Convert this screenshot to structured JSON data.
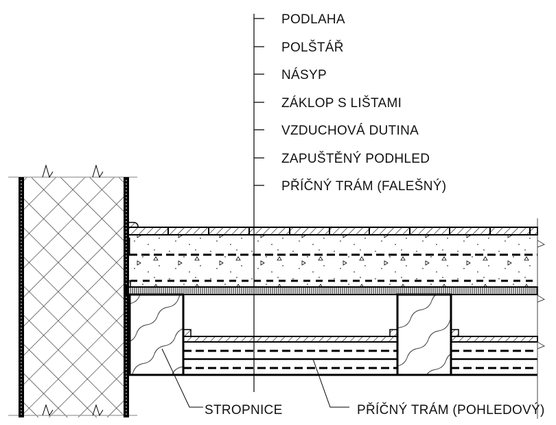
{
  "layer_labels": [
    "PODLAHA",
    "POLŠTÁŘ",
    "NÁSYP",
    "ZÁKLOP S LIŠTAMI",
    "VZDUCHOVÁ DUTINA",
    "ZAPUŠTĚNÝ PODHLED",
    "PŘÍČNÝ TRÁM (FALEŠNÝ)"
  ],
  "bottom_labels": {
    "joist": "STROPNICE",
    "visible_beam": "PŘÍČNÝ TRÁM (POHLEDOVÝ)"
  },
  "colors": {
    "line": "#000000",
    "background": "#ffffff"
  }
}
